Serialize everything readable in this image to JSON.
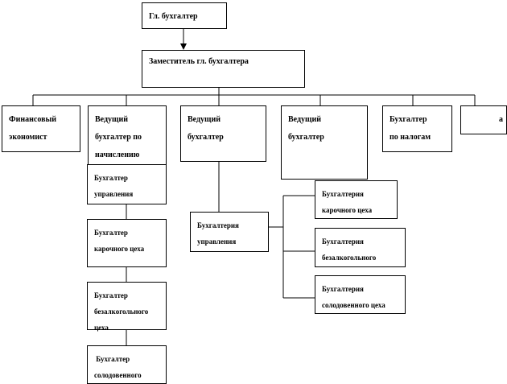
{
  "chief": [
    "Гл. бухгалтер"
  ],
  "deputy": [
    "Заместитель гл. бухгалтера"
  ],
  "level2": [
    [
      "Финансовый",
      "экономист"
    ],
    [
      "Ведущий",
      "бухгалтер  по",
      "начислению"
    ],
    [
      "Ведущий",
      "бухгалтер"
    ],
    [
      "Ведущий",
      "бухгалтер"
    ],
    [
      "Бухгалтер",
      "по налогам"
    ],
    [
      "а"
    ]
  ],
  "left_chain": [
    [
      "Бухгалтер",
      "управления"
    ],
    [
      "Бухгалтер",
      "карочного цеха"
    ],
    [
      "Бухгалтер",
      "безалкогольного",
      "цеха"
    ],
    [
      " Бухгалтер",
      "солодовенного"
    ]
  ],
  "middle": [
    "Бухгалтерия",
    "управления"
  ],
  "right_branch": [
    [
      "Бухгалтерия",
      "карочного цеха"
    ],
    [
      "Бухгалтерия",
      "безалкогольного"
    ],
    [
      "Бухгалтерия",
      "солодовенного цеха"
    ]
  ]
}
